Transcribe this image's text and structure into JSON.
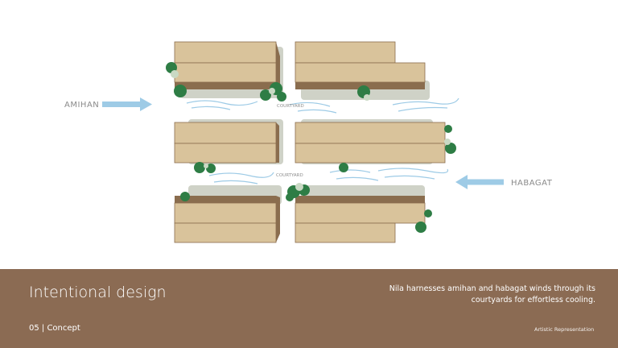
{
  "diagram": {
    "wind_left": "AMIHAN",
    "wind_right": "HABAGAT",
    "courtyard_label": "COURTYARD",
    "colors": {
      "building_top": "#d9c39b",
      "building_edge": "#8a6d4e",
      "building_shadow": "#cfd2c7",
      "wind_arrow": "#9ecbe6",
      "tree_dark": "#2e7d45",
      "tree_light": "#c9d9c4"
    }
  },
  "footer": {
    "title": "Intentional design",
    "section": "05 | Concept",
    "description": "Nila harnesses amihan and habagat winds through its courtyards for effortless cooling.",
    "credit": "Artistic Representation",
    "background": "#8b6b53"
  }
}
